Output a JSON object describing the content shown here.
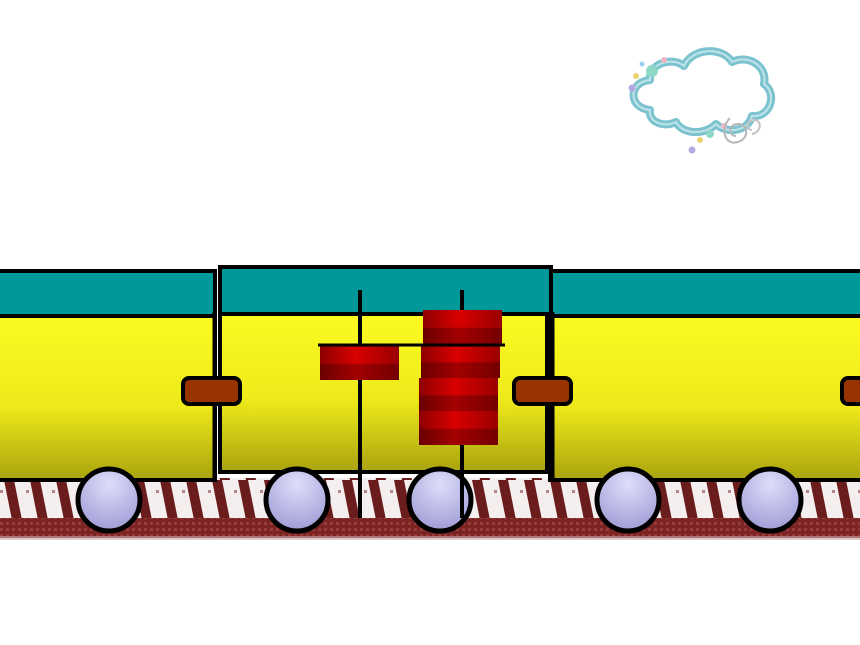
{
  "scene": {
    "title": "",
    "colors": {
      "background": "#ffffff",
      "roof": "#009999",
      "body_top": "#fbfb22",
      "body_bottom": "#a9a30f",
      "outline": "#000000",
      "coupler": "#993300",
      "wheel_top": "#d2d2f6",
      "wheel_bottom": "#9e9ad6",
      "track_dark": "#6b1c1c",
      "track_bed": "#8c2f2f",
      "bead_light": "#d40000",
      "bead_dark": "#8a0000",
      "cloud": "#7cc3cf"
    },
    "icons": [
      "cloud-icon",
      "abacus-icon"
    ],
    "cars": [
      {
        "name": "left-car"
      },
      {
        "name": "middle-car"
      },
      {
        "name": "right-car"
      }
    ],
    "abacus": {
      "rods": 2,
      "beads_per_rod": [
        1,
        4
      ]
    },
    "wheel_count": 5
  }
}
